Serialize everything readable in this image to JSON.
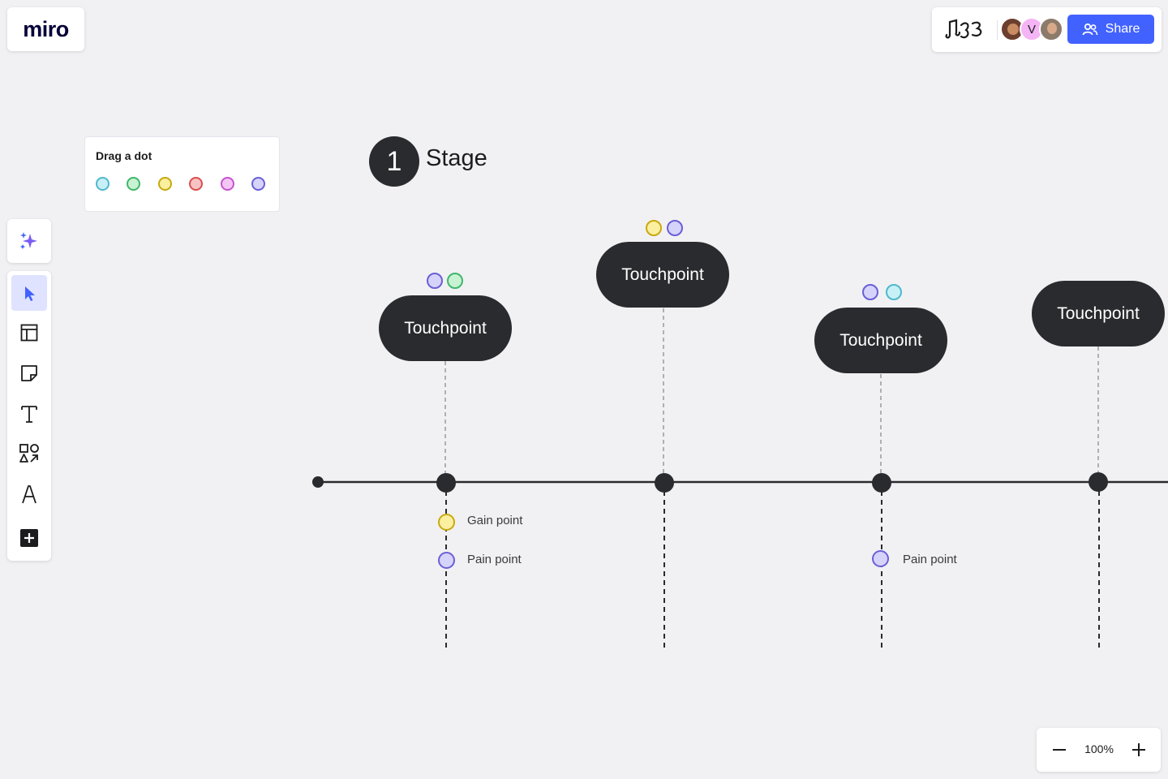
{
  "app": {
    "logo_text": "miro"
  },
  "header": {
    "share_label": "Share",
    "collaborators": [
      {
        "name": "avatar-photo-1"
      },
      {
        "initial": "V",
        "color": "#f5b4f5"
      },
      {
        "name": "avatar-photo-2"
      }
    ]
  },
  "toolbar": {
    "tools": [
      {
        "name": "select-tool",
        "icon": "cursor-icon",
        "active": true
      },
      {
        "name": "templates-tool",
        "icon": "layout-icon"
      },
      {
        "name": "sticky-note-tool",
        "icon": "sticky-note-icon"
      },
      {
        "name": "text-tool",
        "icon": "text-icon"
      },
      {
        "name": "shapes-tool",
        "icon": "shapes-icon"
      },
      {
        "name": "pen-tool",
        "icon": "pen-icon"
      },
      {
        "name": "more-tools",
        "icon": "plus-box-icon"
      }
    ]
  },
  "dot_palette": {
    "title": "Drag a dot",
    "dots": [
      {
        "fill": "#c7f0f6",
        "stroke": "#4fb8cc"
      },
      {
        "fill": "#c8f2d2",
        "stroke": "#3fb76a"
      },
      {
        "fill": "#fbefa0",
        "stroke": "#c9a90e"
      },
      {
        "fill": "#f8c2c2",
        "stroke": "#d84f4f"
      },
      {
        "fill": "#f5c6f5",
        "stroke": "#c553d0"
      },
      {
        "fill": "#d6d3fb",
        "stroke": "#6a5fd6"
      }
    ]
  },
  "stage": {
    "number": "1",
    "label": "Stage"
  },
  "touchpoints": [
    {
      "label": "Touchpoint",
      "dots": [
        {
          "fill": "#d6d3fb",
          "stroke": "#6a5fd6"
        },
        {
          "fill": "#c8f2d2",
          "stroke": "#3fb76a"
        }
      ]
    },
    {
      "label": "Touchpoint",
      "dots": [
        {
          "fill": "#fbefa0",
          "stroke": "#c9a90e"
        },
        {
          "fill": "#d6d3fb",
          "stroke": "#6a5fd6"
        }
      ]
    },
    {
      "label": "Touchpoint",
      "dots": [
        {
          "fill": "#d6d3fb",
          "stroke": "#6a5fd6"
        },
        {
          "fill": "#c7f0f6",
          "stroke": "#4fb8cc"
        }
      ]
    },
    {
      "label": "Touchpoint",
      "dots": []
    }
  ],
  "points": [
    {
      "label": "Gain point",
      "fill": "#fbefa0",
      "stroke": "#c9a90e"
    },
    {
      "label": "Pain point",
      "fill": "#d6d3fb",
      "stroke": "#6a5fd6"
    },
    {
      "label": "Pain point",
      "fill": "#d6d3fb",
      "stroke": "#6a5fd6"
    }
  ],
  "zoom": {
    "value": "100%"
  }
}
